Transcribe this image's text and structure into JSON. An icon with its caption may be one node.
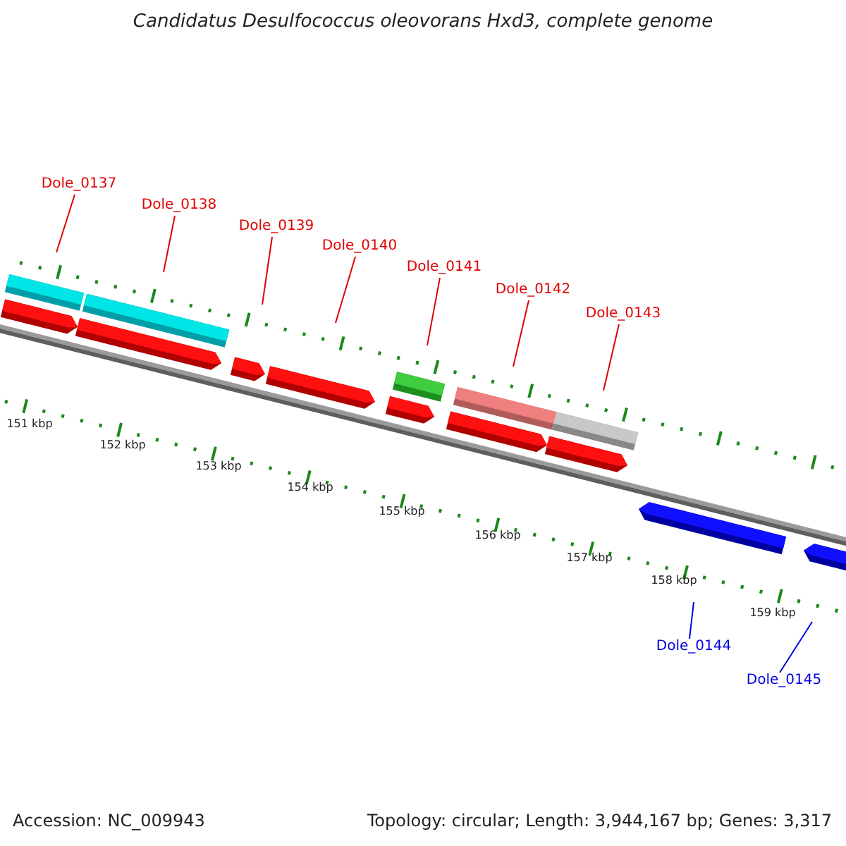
{
  "diagram": {
    "title": "Candidatus Desulfococcus oleovorans Hxd3, complete genome",
    "nodes": [
      {
        "text": [
          "Dole_0137"
        ]
      },
      {
        "text": [
          "Dole_0138"
        ]
      },
      {
        "text": [
          "Dole_0139"
        ]
      },
      {
        "text": [
          "Dole_0140"
        ]
      },
      {
        "text": [
          "Dole_0141"
        ]
      },
      {
        "text": [
          "Dole_0142"
        ]
      },
      {
        "text": [
          "Dole_0143"
        ]
      },
      {
        "text": [
          "Dole_0144"
        ]
      },
      {
        "text": [
          "Dole_0145"
        ]
      }
    ],
    "edges": [
      {
        "from": 0,
        "to": null,
        "arrow": "none"
      },
      {
        "from": 1,
        "to": null,
        "arrow": "none"
      },
      {
        "from": 2,
        "to": null,
        "arrow": "none"
      },
      {
        "from": 3,
        "to": null,
        "arrow": "none"
      },
      {
        "from": 4,
        "to": null,
        "arrow": "none"
      },
      {
        "from": 5,
        "to": null,
        "arrow": "none"
      },
      {
        "from": 6,
        "to": null,
        "arrow": "none"
      },
      {
        "from": 7,
        "to": null,
        "arrow": "none",
        "color": "#0000e0"
      },
      {
        "from": 8,
        "to": null,
        "arrow": "none",
        "color": "#0000e0"
      }
    ],
    "labels": [
      "151 kbp",
      "152 kbp",
      "153 kbp",
      "154 kbp",
      "155 kbp",
      "156 kbp",
      "157 kbp",
      "158 kbp",
      "159 kbp",
      "Accession: NC_009943",
      "Topology: circular; Length: 3,944,167 bp; Genes: 3,317"
    ]
  }
}
